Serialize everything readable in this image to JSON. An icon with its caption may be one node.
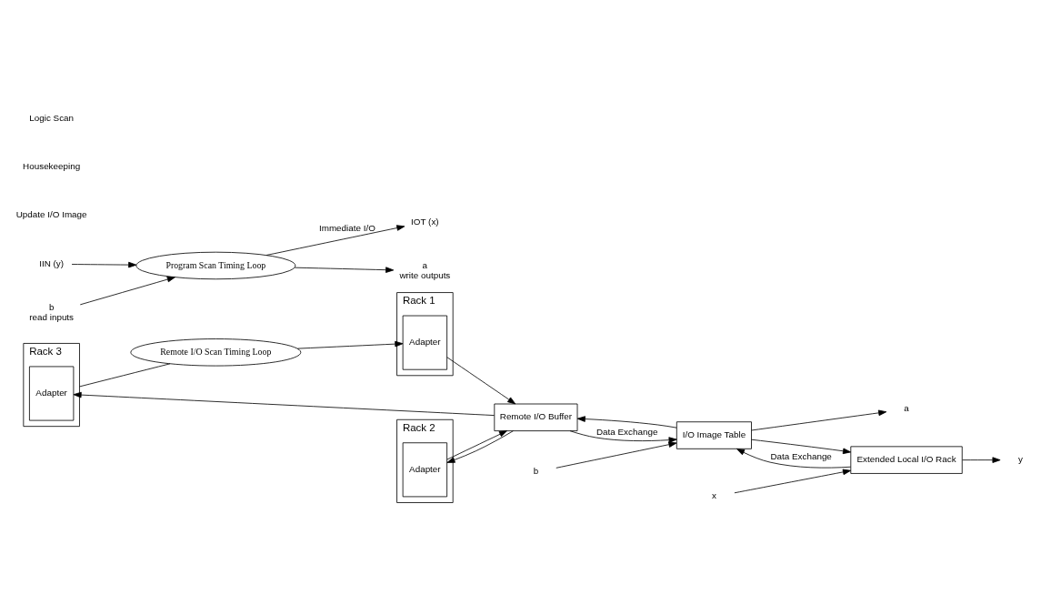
{
  "diagram": {
    "nodes": [
      {
        "text": [
          "Rack 3"
        ]
      },
      {
        "text": [
          "Adapter"
        ],
        "in": 0
      },
      {
        "text": [
          "Rack 2"
        ]
      },
      {
        "text": [
          "Adapter"
        ],
        "in": 2
      },
      {
        "text": [
          "Rack 1"
        ]
      },
      {
        "text": [
          "Adapter"
        ],
        "in": 4
      },
      {
        "text": [
          "Remote I/O Buffer"
        ]
      },
      {
        "text": [
          "I/O Image Table"
        ]
      },
      {
        "text": [
          "Extended Local I/O Rack"
        ]
      },
      {
        "text": [
          "Remote I/O Scan Timing Loop"
        ]
      },
      {
        "text": [
          "Program Scan Timing Loop"
        ]
      },
      {
        "text": [
          "a"
        ]
      },
      {
        "text": [
          "b"
        ]
      },
      {
        "text": [
          "x"
        ]
      },
      {
        "text": [
          "y"
        ]
      },
      {
        "text": [
          "IOT (x)"
        ]
      },
      {
        "text": [
          "IIN (y)"
        ]
      },
      {
        "text": [
          "a",
          "write outputs"
        ]
      },
      {
        "text": [
          "b",
          "read inputs"
        ]
      }
    ],
    "edges": [
      {
        "from": 0,
        "to": 9,
        "arrow": "none"
      },
      {
        "from": 9,
        "to": 5,
        "arrow": "to"
      },
      {
        "from": 6,
        "to": 1,
        "arrow": "to"
      },
      {
        "from": 3,
        "to": 6,
        "arrow": "to"
      },
      {
        "from": 6,
        "to": 3,
        "arrow": "to"
      },
      {
        "from": 5,
        "to": 6,
        "arrow": "to"
      },
      {
        "from": 7,
        "to": 6,
        "arrow": "to"
      },
      {
        "from": 6,
        "to": 7,
        "arrow": "to",
        "label": "Data Exchange"
      },
      {
        "from": 7,
        "to": 8,
        "arrow": "to"
      },
      {
        "from": 8,
        "to": 7,
        "arrow": "to",
        "label": "Data Exchange"
      },
      {
        "from": 7,
        "to": 11,
        "arrow": "to"
      },
      {
        "from": 12,
        "to": 7,
        "arrow": "to"
      },
      {
        "from": 13,
        "to": 8,
        "arrow": "to"
      },
      {
        "from": 8,
        "to": 14,
        "arrow": "to"
      },
      {
        "from": 10,
        "to": 15,
        "arrow": "to",
        "label": "Immediate I/O"
      },
      {
        "from": 16,
        "to": 10,
        "arrow": "to"
      },
      {
        "from": 10,
        "to": 17,
        "arrow": "to"
      },
      {
        "from": 18,
        "to": 10,
        "arrow": "to"
      }
    ],
    "labels": [
      "Update I/O Image",
      "Housekeeping",
      "Logic Scan"
    ]
  }
}
